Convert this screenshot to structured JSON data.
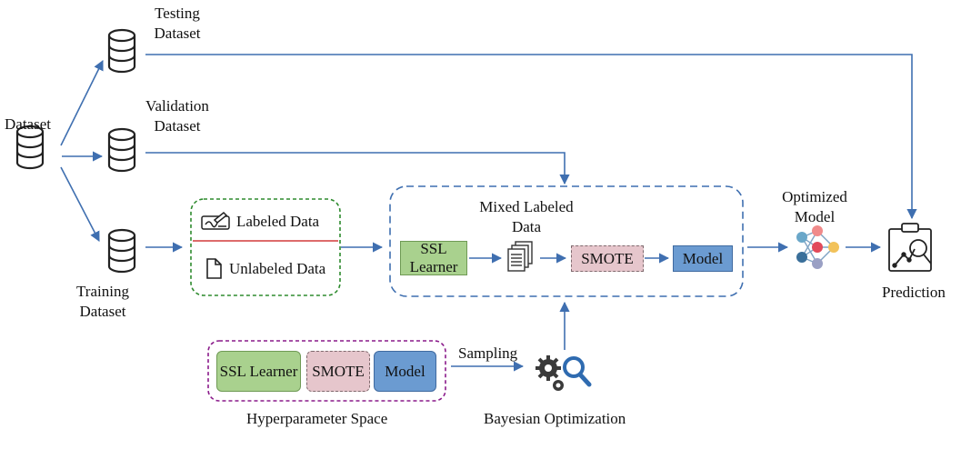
{
  "colors": {
    "arrow": "#3f6fb0",
    "db_stroke": "#222222",
    "labeled_box_border": "#2e8b2e",
    "divider": "#d23a3a",
    "mixed_box_border": "#3f6fb0",
    "hyper_box_border": "#8a1a8a",
    "ssl_fill": "#a9d18e",
    "smote_fill": "#e6c6cc",
    "model_fill": "#6b9bd1"
  },
  "icons": {
    "database": "database-icon",
    "labeled": "signature-document-icon",
    "unlabeled": "blank-document-icon",
    "mixed": "stacked-documents-icon",
    "optimized": "neural-network-icon",
    "prediction": "clipboard-analysis-icon",
    "bayes": "gears-search-icon"
  },
  "nodes": {
    "dataset": "Dataset",
    "testing": "Testing Dataset",
    "validation": "Validation Dataset",
    "training": "Training Dataset",
    "labeled": "Labeled Data",
    "unlabeled": "Unlabeled Data",
    "mixed": "Mixed Labeled Data",
    "ssl": "SSL Learner",
    "smote": "SMOTE",
    "model": "Model",
    "optimized": "Optimized Model",
    "prediction": "Prediction",
    "sampling": "Sampling",
    "hyperspace": "Hyperparameter Space",
    "bayes": "Bayesian Optimization"
  }
}
